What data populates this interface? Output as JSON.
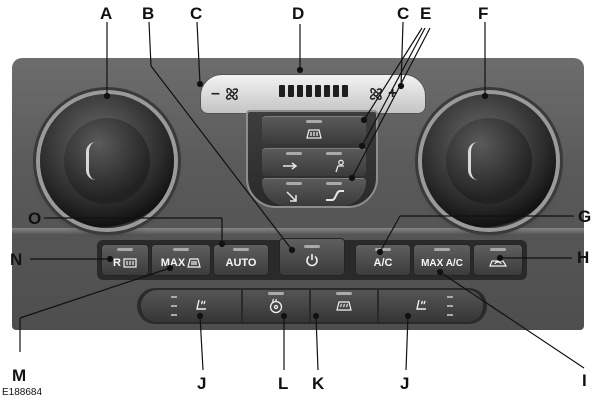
{
  "figure_id": "E188684",
  "callouts": {
    "A": "A",
    "B": "B",
    "C_left": "C",
    "C_right": "C",
    "D": "D",
    "E": "E",
    "F": "F",
    "G": "G",
    "H": "H",
    "I": "I",
    "J_left": "J",
    "J_right": "J",
    "K": "K",
    "L": "L",
    "M": "M",
    "N": "N",
    "O": "O"
  },
  "controls": {
    "fan_decrease": {
      "symbol": "–",
      "icon": "fan-icon"
    },
    "fan_increase": {
      "symbol": "+",
      "icon": "fan-icon"
    },
    "defrost": {
      "icon": "windshield-defrost-icon"
    },
    "recirculation": {
      "icon": "recirculation-icon"
    },
    "occupant": {
      "icon": "occupant-airflow-icon"
    },
    "footwell": {
      "icon": "footwell-airflow-icon"
    },
    "panel_vent": {
      "icon": "panel-vent-icon"
    },
    "rear_defrost": {
      "label": "R",
      "icon": "rear-defrost-icon"
    },
    "max_defrost": {
      "label": "MAX",
      "icon": "max-defrost-icon"
    },
    "auto": {
      "label": "AUTO"
    },
    "power": {
      "icon": "power-icon"
    },
    "ac": {
      "label": "A/C"
    },
    "max_ac": {
      "label": "MAX A/C"
    },
    "recirc_air": {
      "icon": "recirculated-air-icon"
    },
    "heated_seat_left": {
      "icon": "heated-seat-icon"
    },
    "heated_wheel": {
      "icon": "heated-steering-wheel-icon"
    },
    "heated_windshield": {
      "icon": "heated-windshield-icon"
    },
    "heated_seat_right": {
      "icon": "heated-seat-icon"
    }
  }
}
